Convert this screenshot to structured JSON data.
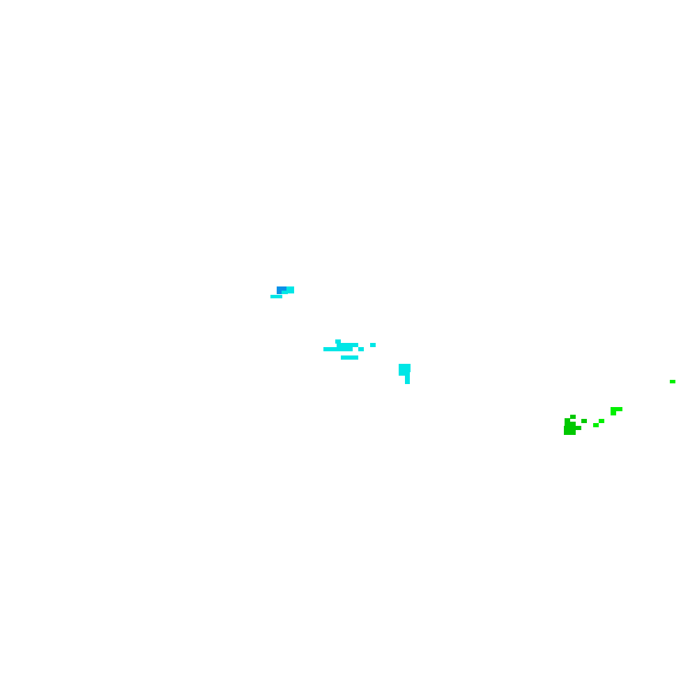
{
  "legend_colors": {
    "blue": "#0a90e8",
    "cyan": "#00e6e6",
    "light_green": "#00f000",
    "green": "#00c800"
  },
  "clusters": [
    {
      "name": "echo-cluster-blue-cyan",
      "color_keys": [
        "blue",
        "cyan"
      ]
    },
    {
      "name": "echo-cluster-cyan-band",
      "color_keys": [
        "cyan"
      ]
    },
    {
      "name": "echo-cluster-cyan-block",
      "color_keys": [
        "cyan"
      ]
    },
    {
      "name": "echo-cluster-green-core",
      "color_keys": [
        "green",
        "light_green"
      ]
    },
    {
      "name": "echo-cluster-light-green-small",
      "color_keys": [
        "light_green"
      ]
    }
  ]
}
